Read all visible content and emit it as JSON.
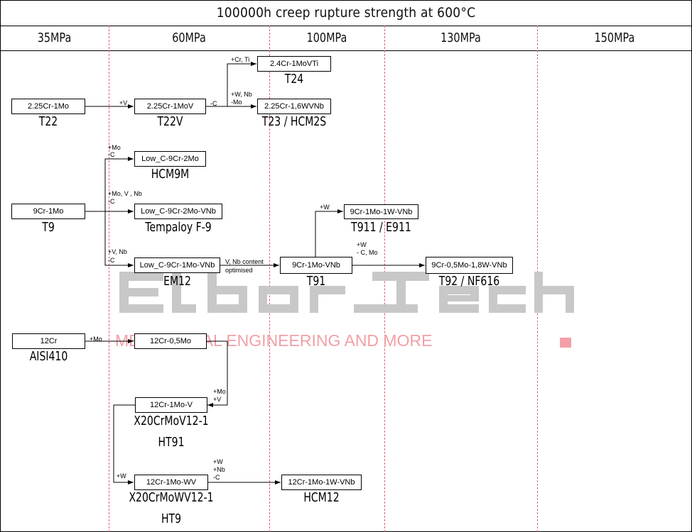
{
  "title": "100000h creep rupture strength at 600°C",
  "columns": [
    "35MPa",
    "60MPa",
    "100MPa",
    "130MPa",
    "150MPa"
  ],
  "nodes": {
    "t22": {
      "box": "2.25Cr-1Mo",
      "name": "T22"
    },
    "t22v": {
      "box": "2.25Cr-1MoV",
      "name": "T22V"
    },
    "t24": {
      "box": "2.4Cr-1MoVTi",
      "name": "T24"
    },
    "t23": {
      "box": "2.25Cr-1,6WVNb",
      "name": "T23 / HCM2S"
    },
    "hcm9m": {
      "box": "Low_C-9Cr-2Mo",
      "name": "HCM9M"
    },
    "t9": {
      "box": "9Cr-1Mo",
      "name": "T9"
    },
    "tempaloy": {
      "box": "Low_C-9Cr-2Mo-VNb",
      "name": "Tempaloy F-9"
    },
    "em12": {
      "box": "Low_C-9Cr-1Mo-VNb",
      "name": "EM12"
    },
    "t91": {
      "box": "9Cr-1Mo-VNb",
      "name": "T91"
    },
    "t911": {
      "box": "9Cr-1Mo-1W-VNb",
      "name": "T911 / E911"
    },
    "t92": {
      "box": "9Cr-0,5Mo-1,8W-VNb",
      "name": "T92 / NF616"
    },
    "aisi410": {
      "box": "12Cr",
      "name": "AISI410"
    },
    "cr12mo05": {
      "box": "12Cr-0,5Mo",
      "name": ""
    },
    "x20": {
      "box": "12Cr-1Mo-V",
      "name": "X20CrMoV12-1",
      "name2": "HT91"
    },
    "x20w": {
      "box": "12Cr-1Mo-WV",
      "name": "X20CrMoWV12-1",
      "name2": "HT9"
    },
    "hcm12": {
      "box": "12Cr-1Mo-1W-VNb",
      "name": "HCM12"
    }
  },
  "labels": {
    "plus_v": "+V",
    "minus_c": "-C",
    "cr_ti": "+Cr, Ti",
    "w_nb_1": "+W, Nb",
    "w_nb_2": "-Mo",
    "mo_1": "+Mo",
    "mo_2": "-C",
    "movnb_1": "+Mo, V , Nb",
    "movnb_2": "-C",
    "vnb_1": "+V, Nb",
    "vnb_2": "-C",
    "vnb_opt_1": "V, Nb content",
    "vnb_opt_2": "optimised",
    "w_t911": "+W",
    "w_t92_1": "+W",
    "w_t92_2": "- C, Mo",
    "mo_12cr": "+Mo",
    "mov_1": "+Mo",
    "mov_2": "+V",
    "w_x20w": "+W",
    "hcm12_1": "+W",
    "hcm12_2": "+Nb",
    "hcm12_3": "-C"
  },
  "watermark": {
    "logo": "Elbor_Tech",
    "tagline": "MECHANICAL ENGINEERING AND MORE"
  },
  "colors": {
    "dash_lines": "#e06070",
    "watermark_gray": "#c8c8c8",
    "watermark_pink": "#f2a0a6"
  }
}
